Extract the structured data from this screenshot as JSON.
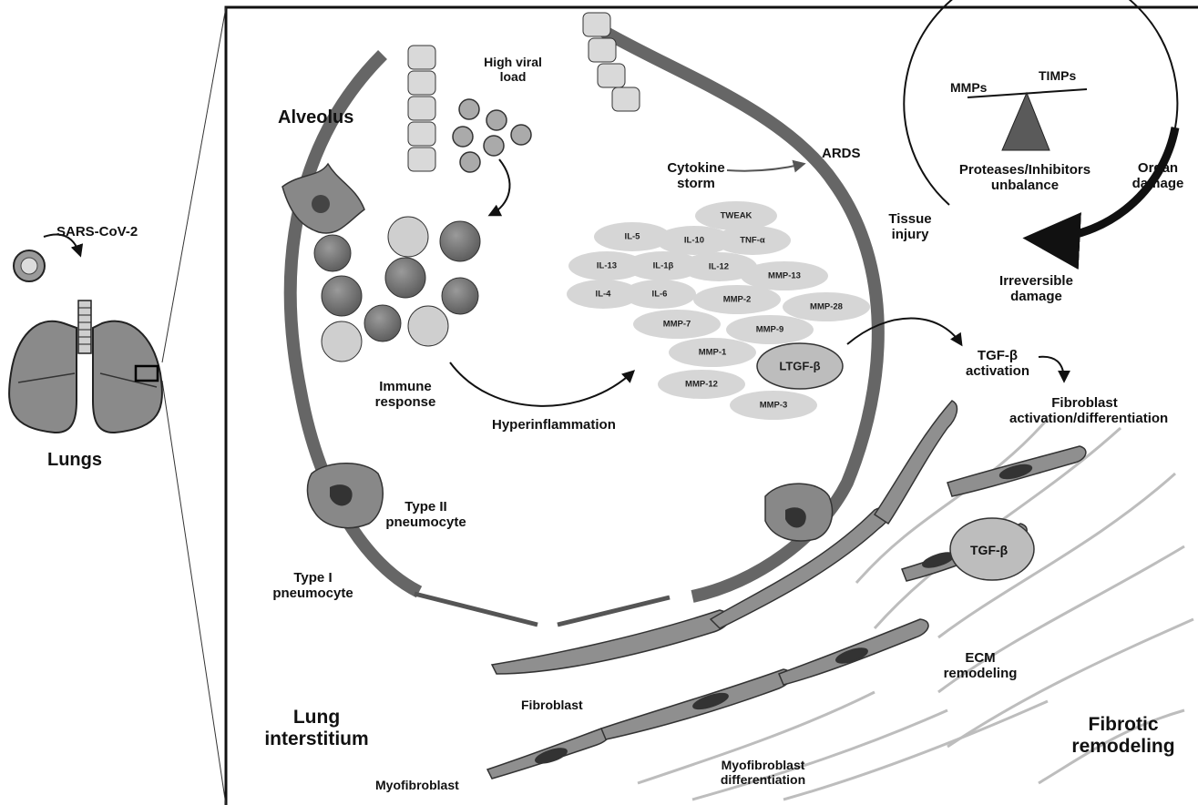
{
  "lungs": {
    "label": "Lungs"
  },
  "virus": {
    "name": "SARS-CoV-2"
  },
  "alveolus": {
    "title": "Alveolus",
    "viral_load": "High viral load",
    "immune_response": "Immune response",
    "hyperinflammation": "Hyperinflammation",
    "cytokine_storm": "Cytokine storm",
    "ards": "ARDS",
    "type_ii": "Type II pneumocyte",
    "type_i": "Type I pneumocyte"
  },
  "cytokines": [
    "TWEAK",
    "IL-5",
    "IL-10",
    "TNF-α",
    "IL-13",
    "IL-1β",
    "IL-12",
    "MMP-13",
    "IL-4",
    "IL-6",
    "MMP-2",
    "MMP-28",
    "MMP-7",
    "MMP-9",
    "MMP-1",
    "LTGF-β",
    "MMP-12",
    "MMP-3"
  ],
  "balance": {
    "left": "MMPs",
    "right": "TIMPs",
    "caption": "Proteases/Inhibitors unbalance",
    "organ_damage": "Organ damage",
    "tissue_injury": "Tissue injury",
    "irreversible": "Irreversible damage"
  },
  "fibrosis": {
    "tgf_activation": "TGF-β activation",
    "fibroblast_activation": "Fibroblast activation/differentiation",
    "tgf_beta": "TGF-β",
    "ecm": "ECM remodeling",
    "fibroblast": "Fibroblast",
    "myofibroblast": "Myofibroblast",
    "myo_diff": "Myofibroblast differentiation",
    "lung_interstitium": "Lung interstitium",
    "fibrotic_remodeling": "Fibrotic remodeling"
  }
}
